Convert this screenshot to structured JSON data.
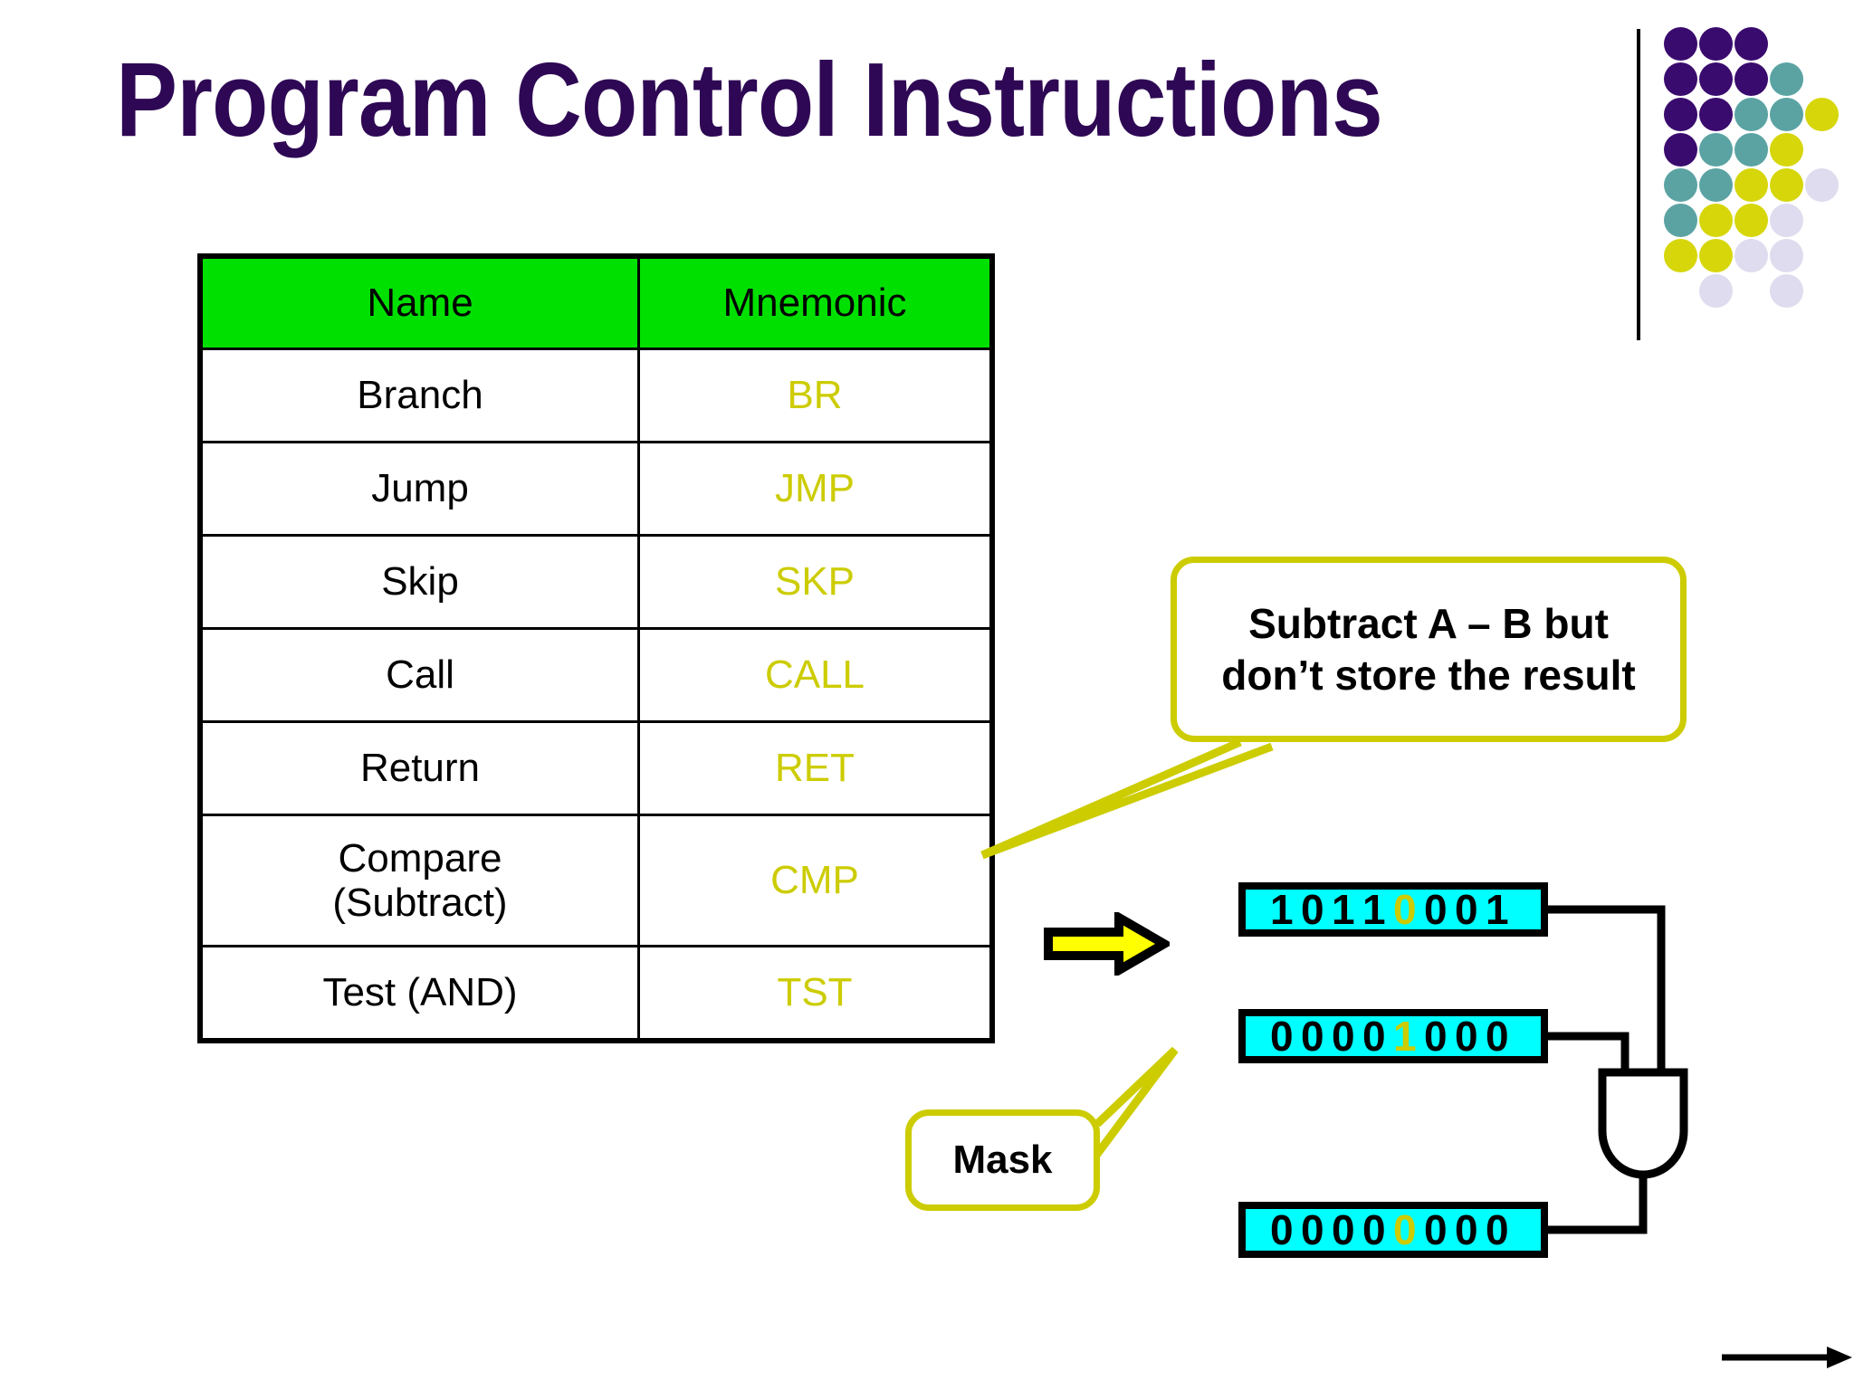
{
  "slide": {
    "title": "Program Control Instructions",
    "title_color": "#2E0854",
    "background": "#FFFFFF"
  },
  "logo": {
    "name": "dot-matrix-logo",
    "colors": {
      "purple": "#3A0B6E",
      "teal": "#5BA3A3",
      "yellow": "#D6D60A",
      "lavender": "#DEDCEE"
    },
    "grid": [
      [
        "purple",
        "purple",
        "purple",
        "",
        ""
      ],
      [
        "purple",
        "purple",
        "purple",
        "teal",
        ""
      ],
      [
        "purple",
        "purple",
        "teal",
        "teal",
        "yellow"
      ],
      [
        "purple",
        "teal",
        "teal",
        "yellow",
        ""
      ],
      [
        "teal",
        "teal",
        "yellow",
        "yellow",
        "lavender"
      ],
      [
        "teal",
        "yellow",
        "yellow",
        "lavender",
        ""
      ],
      [
        "yellow",
        "yellow",
        "lavender",
        "lavender",
        ""
      ],
      [
        "",
        "lavender",
        "",
        "lavender",
        ""
      ]
    ]
  },
  "table": {
    "header_bg": "#00E000",
    "mnemonic_color": "#CCCC00",
    "columns": [
      "Name",
      "Mnemonic"
    ],
    "rows": [
      {
        "name": "Branch",
        "name2": "",
        "mnemonic": "BR"
      },
      {
        "name": "Jump",
        "name2": "",
        "mnemonic": "JMP"
      },
      {
        "name": "Skip",
        "name2": "",
        "mnemonic": "SKP"
      },
      {
        "name": "Call",
        "name2": "",
        "mnemonic": "CALL"
      },
      {
        "name": "Return",
        "name2": "",
        "mnemonic": "RET"
      },
      {
        "name": "Compare",
        "name2": "(Subtract)",
        "mnemonic": "CMP"
      },
      {
        "name": "Test (AND)",
        "name2": "",
        "mnemonic": "TST"
      }
    ]
  },
  "callouts": {
    "subtract": {
      "line1": "Subtract A – B but",
      "line2": "don’t store the result",
      "border_color": "#CCCC00"
    },
    "mask": {
      "label": "Mask",
      "border_color": "#CCCC00"
    }
  },
  "logic": {
    "register_bg": "#00FFFF",
    "highlight_color": "#CCCC00",
    "gate_type": "AND",
    "registers": [
      {
        "id": "reg-a",
        "bits": [
          "1",
          "0",
          "1",
          "1",
          "0",
          "0",
          "0",
          "1"
        ],
        "highlight_index": 4
      },
      {
        "id": "reg-mask",
        "bits": [
          "0",
          "0",
          "0",
          "0",
          "1",
          "0",
          "0",
          "0"
        ],
        "highlight_index": 4
      },
      {
        "id": "reg-out",
        "bits": [
          "0",
          "0",
          "0",
          "0",
          "0",
          "0",
          "0",
          "0"
        ],
        "highlight_index": 4
      }
    ]
  },
  "arrows": {
    "yellow_arrow_fill": "#FFFF00",
    "yellow_arrow_stroke": "#000000",
    "bottom_arrow_color": "#000000"
  }
}
